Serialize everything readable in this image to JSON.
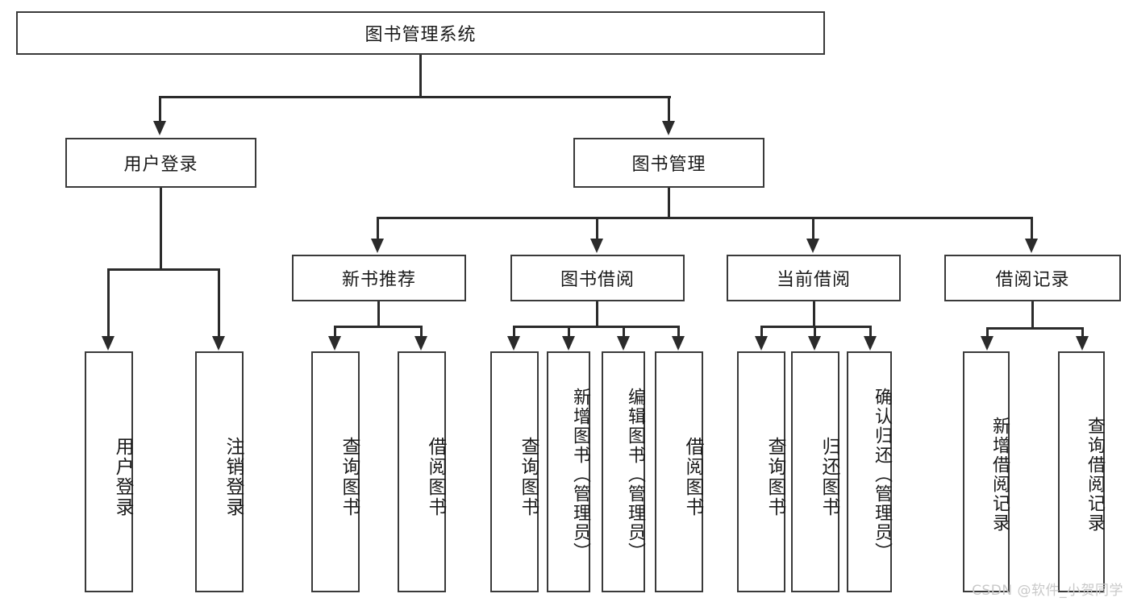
{
  "diagram": {
    "title": "图书管理系统",
    "root": {
      "label": "图书管理系统"
    },
    "level1": [
      {
        "label": "用户登录"
      },
      {
        "label": "图书管理"
      }
    ],
    "level2": [
      {
        "label": "新书推荐"
      },
      {
        "label": "图书借阅"
      },
      {
        "label": "当前借阅"
      },
      {
        "label": "借阅记录"
      }
    ],
    "leaves": {
      "user_login": [
        {
          "label": "用户登录"
        },
        {
          "label": "注销登录"
        }
      ],
      "new_book_recommend": [
        {
          "label": "查询图书"
        },
        {
          "label": "借阅图书"
        }
      ],
      "book_borrow": [
        {
          "label": "查询图书"
        },
        {
          "label": "新增图书（管理员）"
        },
        {
          "label": "编辑图书（管理员）"
        },
        {
          "label": "借阅图书"
        }
      ],
      "current_borrow": [
        {
          "label": "查询图书"
        },
        {
          "label": "归还图书"
        },
        {
          "label": "确认归还（管理员）"
        }
      ],
      "borrow_record": [
        {
          "label": "新增借阅记录"
        },
        {
          "label": "查询借阅记录"
        }
      ]
    },
    "watermark": "CSDN @软件_小贺同学",
    "colors": {
      "border": "#3a3a3a",
      "line": "#2b2b2b",
      "text": "#1a1a1a",
      "background": "#ffffff",
      "watermark": "#c9c9c9"
    }
  }
}
